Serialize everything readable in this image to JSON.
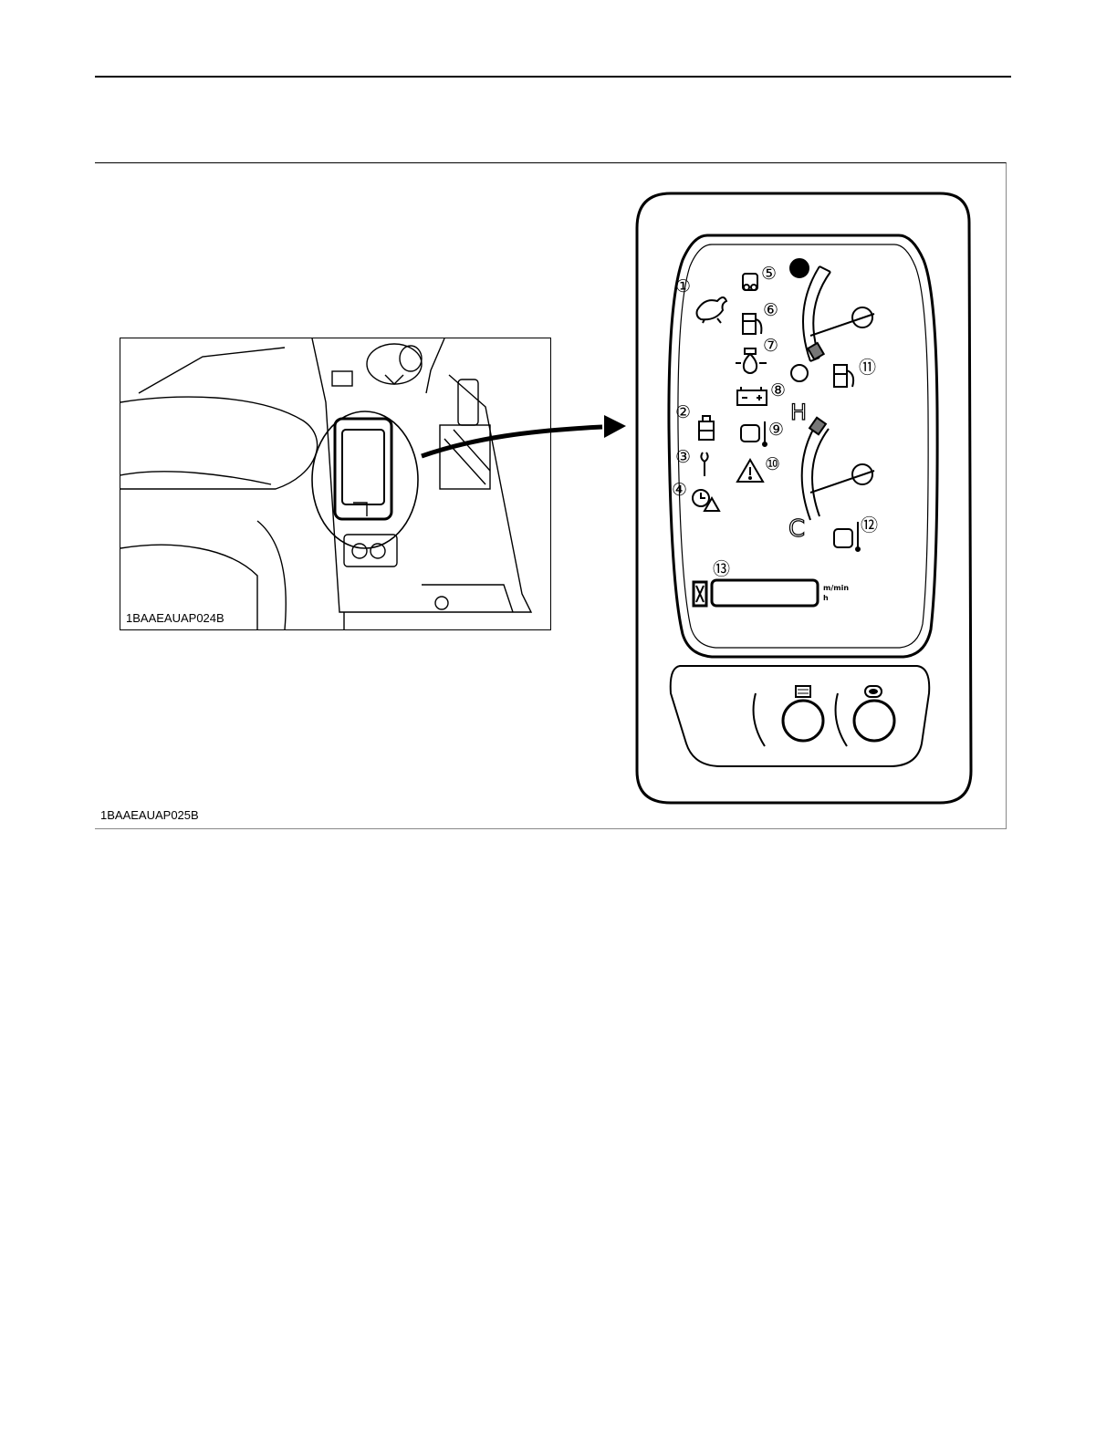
{
  "figure": {
    "inset_code": "1BAAEAUAP024B",
    "code": "1BAAEAUAP025B"
  },
  "panel": {
    "callouts": [
      "①",
      "②",
      "③",
      "④",
      "⑤",
      "⑥",
      "⑦",
      "⑧",
      "⑨",
      "⑩",
      "⑪",
      "⑫",
      "⑬"
    ],
    "temp_hot_label": "H",
    "temp_cold_label": "C",
    "speed_unit_1": "m/min",
    "speed_unit_2": "h"
  },
  "icons": [
    "rabbit-icon",
    "fuel-filter-icon",
    "wrench-icon",
    "clock-warning-icon",
    "engine-preheat-icon",
    "fuel-low-icon",
    "oil-pressure-icon",
    "battery-icon",
    "coolant-temp-icon",
    "warning-triangle-icon",
    "fuel-gauge-icon",
    "coolant-gauge-icon",
    "hourglass-icon"
  ]
}
